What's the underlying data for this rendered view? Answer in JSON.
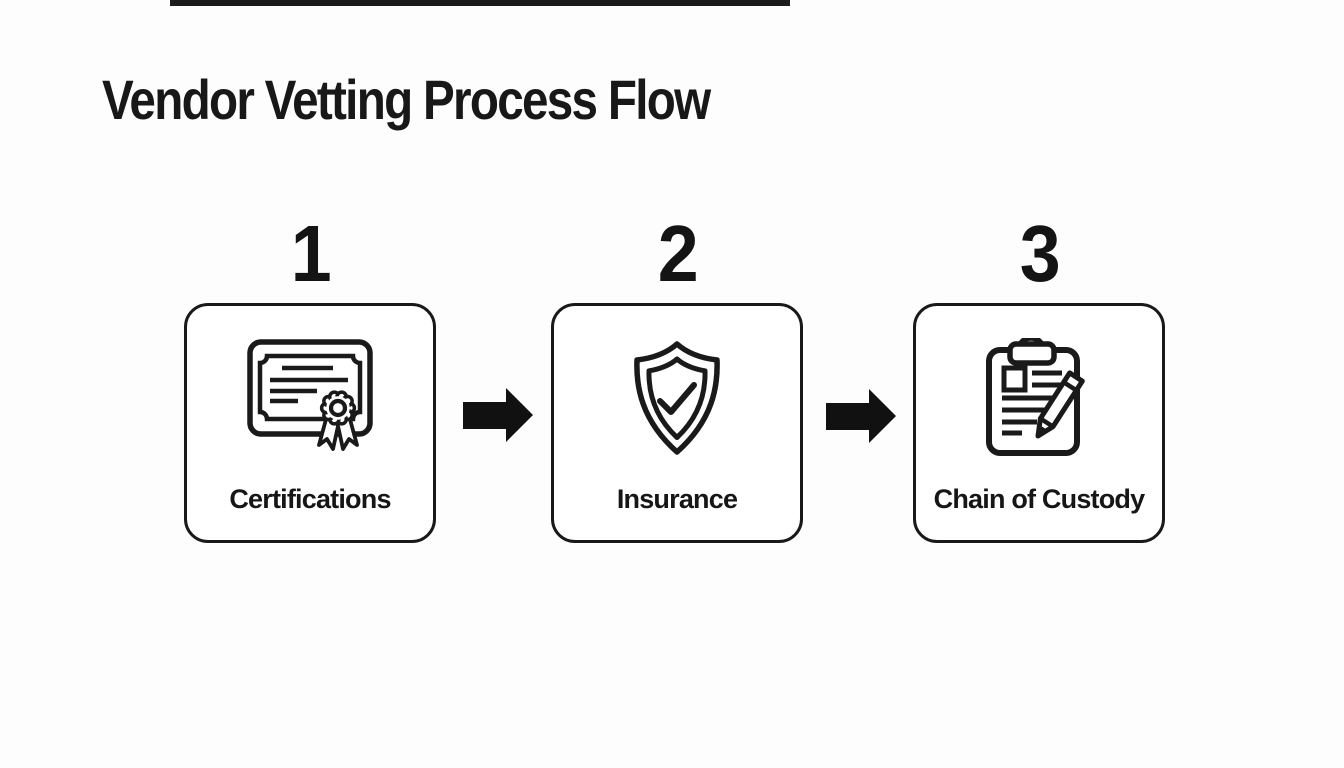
{
  "page": {
    "title": "Vendor Vetting Process Flow",
    "background": "#fdfdfd"
  },
  "flow": {
    "steps": [
      {
        "number": "1",
        "label": "Certifications",
        "icon": "certificate-seal-icon"
      },
      {
        "number": "2",
        "label": "Insurance",
        "icon": "shield-check-icon"
      },
      {
        "number": "3",
        "label": "Chain of Custody",
        "icon": "clipboard-pencil-icon"
      }
    ],
    "connector": "solid-right-arrow",
    "connector_count": 2
  },
  "colors": {
    "ink": "#1a1a1a",
    "box_border": "#191919",
    "arrow": "#111111",
    "top_bar": "#1b1b1b",
    "background": "#fdfdfd"
  }
}
